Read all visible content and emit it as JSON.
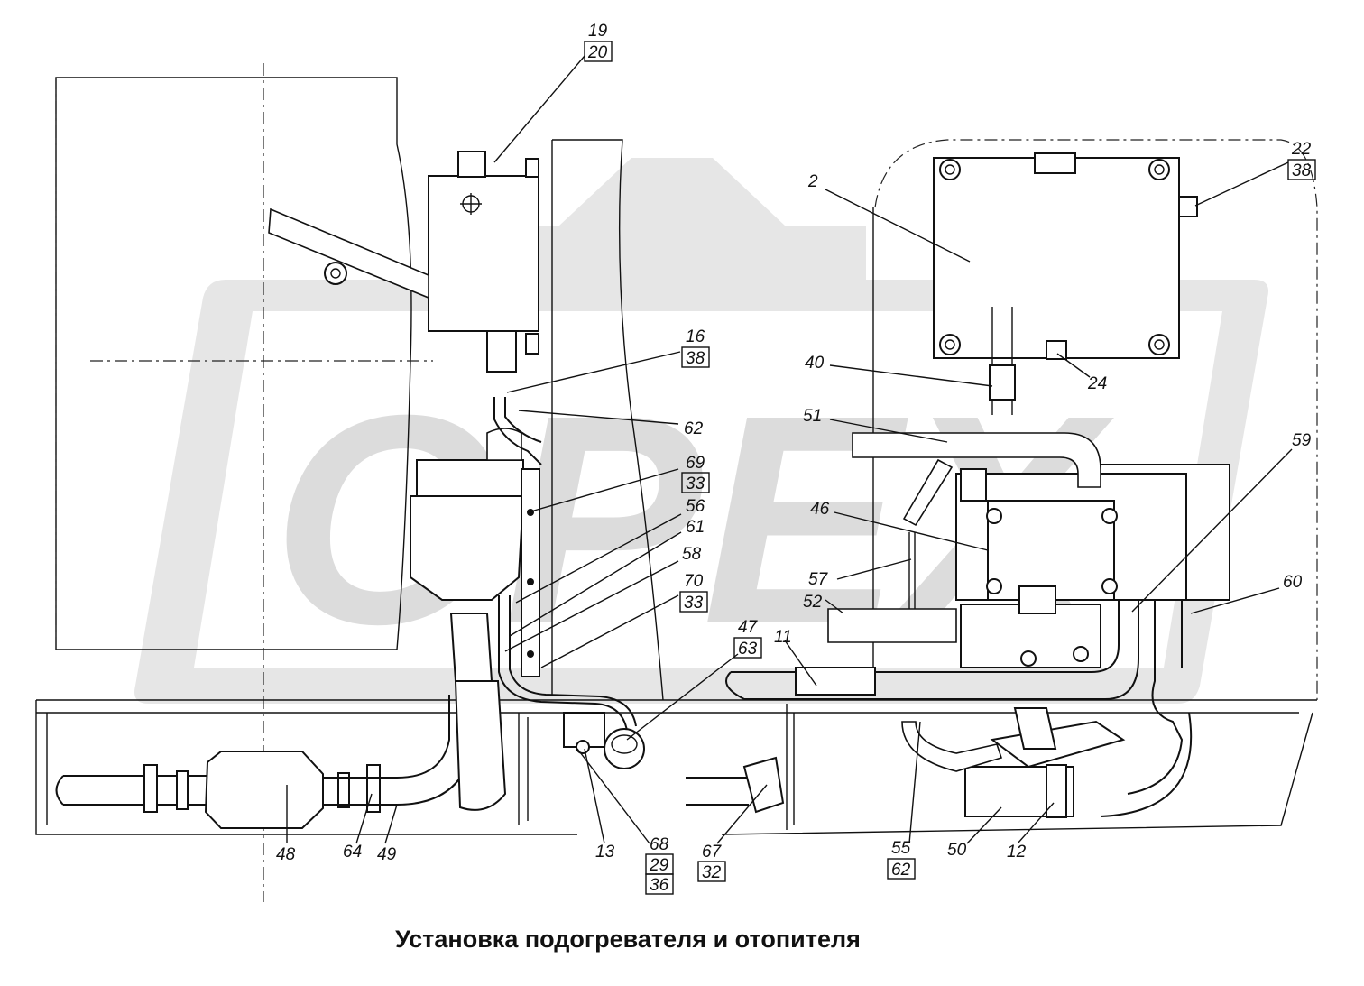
{
  "caption": "Установка подогревателя и отопителя",
  "watermark": {
    "text": "OPEX",
    "color": "#d9d9d9"
  },
  "colors": {
    "line": "#111111",
    "background": "#ffffff",
    "watermark": "#d9d9d9"
  },
  "callouts": [
    {
      "id": "c-19-20",
      "lines": [
        "19",
        "20"
      ],
      "boxed": [
        false,
        true
      ]
    },
    {
      "id": "c-16-38",
      "lines": [
        "16",
        "38"
      ],
      "boxed": [
        false,
        true
      ]
    },
    {
      "id": "c-62a",
      "lines": [
        "62"
      ],
      "boxed": [
        false
      ]
    },
    {
      "id": "c-69-33",
      "lines": [
        "69",
        "33"
      ],
      "boxed": [
        false,
        true
      ]
    },
    {
      "id": "c-56",
      "lines": [
        "56"
      ],
      "boxed": [
        false
      ]
    },
    {
      "id": "c-61",
      "lines": [
        "61"
      ],
      "boxed": [
        false
      ]
    },
    {
      "id": "c-58",
      "lines": [
        "58"
      ],
      "boxed": [
        false
      ]
    },
    {
      "id": "c-70-33",
      "lines": [
        "70",
        "33"
      ],
      "boxed": [
        false,
        true
      ]
    },
    {
      "id": "c-2",
      "lines": [
        "2"
      ],
      "boxed": [
        false
      ]
    },
    {
      "id": "c-22-38",
      "lines": [
        "22",
        "38"
      ],
      "boxed": [
        false,
        true
      ]
    },
    {
      "id": "c-40",
      "lines": [
        "40"
      ],
      "boxed": [
        false
      ]
    },
    {
      "id": "c-24",
      "lines": [
        "24"
      ],
      "boxed": [
        false
      ]
    },
    {
      "id": "c-51",
      "lines": [
        "51"
      ],
      "boxed": [
        false
      ]
    },
    {
      "id": "c-59",
      "lines": [
        "59"
      ],
      "boxed": [
        false
      ]
    },
    {
      "id": "c-46",
      "lines": [
        "46"
      ],
      "boxed": [
        false
      ]
    },
    {
      "id": "c-57",
      "lines": [
        "57"
      ],
      "boxed": [
        false
      ]
    },
    {
      "id": "c-52",
      "lines": [
        "52"
      ],
      "boxed": [
        false
      ]
    },
    {
      "id": "c-60",
      "lines": [
        "60"
      ],
      "boxed": [
        false
      ]
    },
    {
      "id": "c-47-63",
      "lines": [
        "47",
        "63"
      ],
      "boxed": [
        false,
        true
      ]
    },
    {
      "id": "c-11",
      "lines": [
        "11"
      ],
      "boxed": [
        false
      ]
    },
    {
      "id": "c-48",
      "lines": [
        "48"
      ],
      "boxed": [
        false
      ]
    },
    {
      "id": "c-64",
      "lines": [
        "64"
      ],
      "boxed": [
        false
      ]
    },
    {
      "id": "c-49",
      "lines": [
        "49"
      ],
      "boxed": [
        false
      ]
    },
    {
      "id": "c-13",
      "lines": [
        "13"
      ],
      "boxed": [
        false
      ]
    },
    {
      "id": "c-68-29-36",
      "lines": [
        "68",
        "29",
        "36"
      ],
      "boxed": [
        false,
        true,
        true
      ]
    },
    {
      "id": "c-67-32",
      "lines": [
        "67",
        "32"
      ],
      "boxed": [
        false,
        true
      ]
    },
    {
      "id": "c-55-62",
      "lines": [
        "55",
        "62"
      ],
      "boxed": [
        false,
        true
      ]
    },
    {
      "id": "c-50",
      "lines": [
        "50"
      ],
      "boxed": [
        false
      ]
    },
    {
      "id": "c-12",
      "lines": [
        "12"
      ],
      "boxed": [
        false
      ]
    }
  ]
}
